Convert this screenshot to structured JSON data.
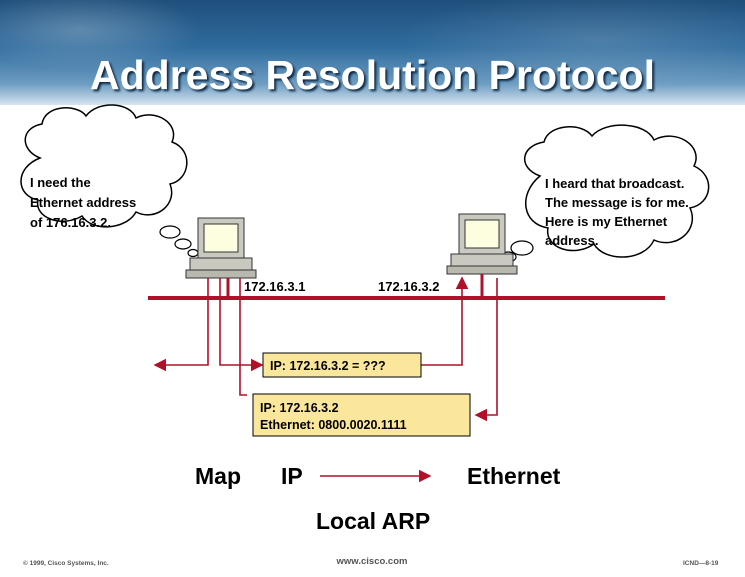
{
  "title": "Address Resolution Protocol",
  "left_thought": [
    "I need the",
    "Ethernet address",
    "of 176.16.3.2."
  ],
  "right_thought": [
    "I heard that broadcast.",
    "The message is for me.",
    "Here is my Ethernet",
    "address."
  ],
  "left_ip": "172.16.3.1",
  "right_ip": "172.16.3.2",
  "request_box": "IP: 172.16.3.2 = ???",
  "reply_box": [
    "IP: 172.16.3.2",
    "Ethernet: 0800.0020.1111"
  ],
  "map_word": "Map",
  "map_ip": "IP",
  "map_ethernet": "Ethernet",
  "caption": "Local ARP",
  "footer": {
    "copyright": "© 1999, Cisco Systems, Inc.",
    "url": "www.cisco.com",
    "code": "ICND—8-19"
  },
  "colors": {
    "wire": "#b0102a",
    "box_fill": "#fbe79c",
    "header_blue": "#2f6c9e"
  },
  "icons": [
    "thought-cloud",
    "desktop-computer",
    "arrow"
  ]
}
